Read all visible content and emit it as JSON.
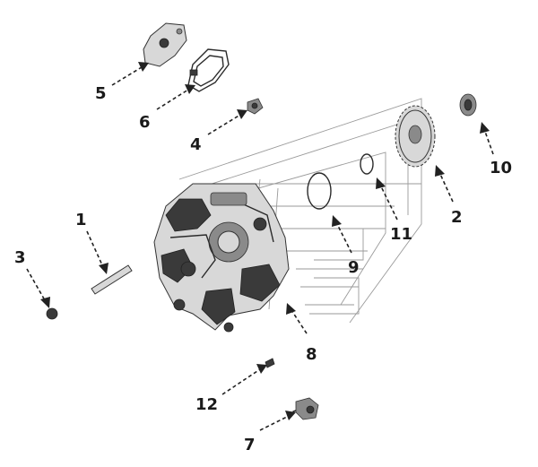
{
  "diagram": {
    "callouts": [
      {
        "id": "1",
        "label": "1"
      },
      {
        "id": "2",
        "label": "2"
      },
      {
        "id": "3",
        "label": "3"
      },
      {
        "id": "4",
        "label": "4"
      },
      {
        "id": "5",
        "label": "5"
      },
      {
        "id": "6",
        "label": "6"
      },
      {
        "id": "7",
        "label": "7"
      },
      {
        "id": "8",
        "label": "8"
      },
      {
        "id": "9",
        "label": "9"
      },
      {
        "id": "10",
        "label": "10"
      },
      {
        "id": "11",
        "label": "11"
      },
      {
        "id": "12",
        "label": "12"
      }
    ],
    "colors": {
      "ink": "#1a1a1a",
      "ghost_lines": "#9a9a9a",
      "background": "#ffffff"
    }
  }
}
